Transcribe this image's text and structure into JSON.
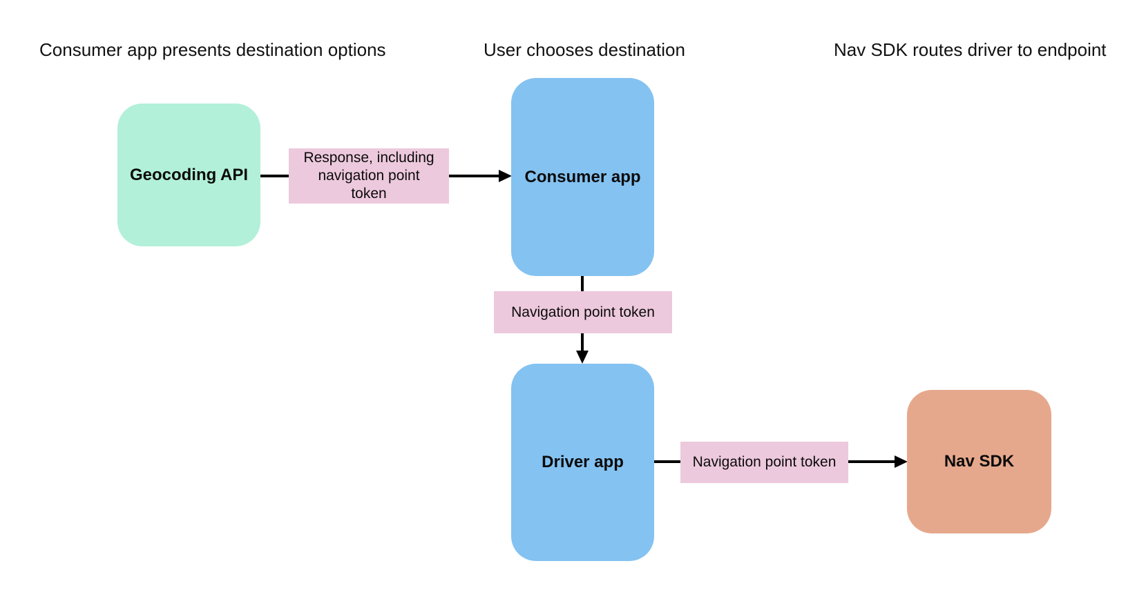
{
  "stage_labels": {
    "present_options": "Consumer app presents destination options",
    "choose_destination": "User chooses destination",
    "route_driver": "Nav SDK routes driver to endpoint"
  },
  "nodes": {
    "geocoding": {
      "label": "Geocoding API",
      "color": "#b2f0d9"
    },
    "consumer": {
      "label": "Consumer app",
      "color": "#84c2f1"
    },
    "driver": {
      "label": "Driver app",
      "color": "#84c2f1"
    },
    "navsdk": {
      "label": "Nav SDK",
      "color": "#e6a88c"
    }
  },
  "edges": {
    "geocoding_to_consumer": {
      "label": "Response, including navigation point token",
      "label_lines": [
        "Response, including",
        "navigation point",
        "token"
      ],
      "label_color": "#edc9dd"
    },
    "consumer_to_driver": {
      "label": "Navigation point token",
      "label_color": "#edc9dd"
    },
    "driver_to_navsdk": {
      "label": "Navigation point token",
      "label_color": "#edc9dd"
    }
  },
  "colors": {
    "arrow": "#000000",
    "background": "#ffffff",
    "text": "#111111"
  }
}
